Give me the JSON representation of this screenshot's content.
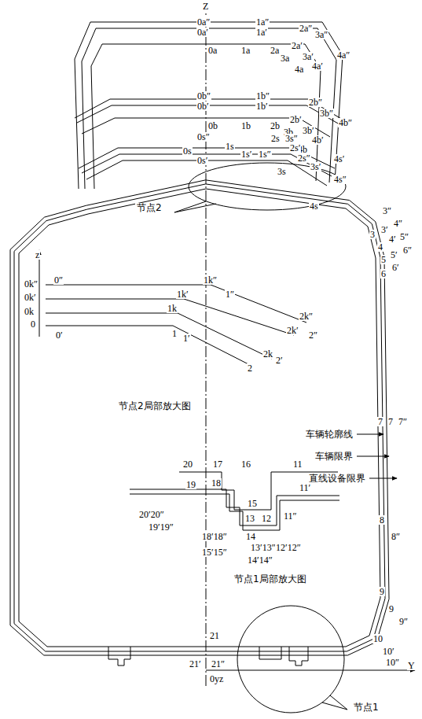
{
  "diagram": {
    "nodes": [
      {
        "text": [
          "节点2"
        ]
      },
      {
        "text": [
          "节点1"
        ]
      }
    ],
    "labels": [
      "Z",
      "0a″",
      "0a′",
      "1a″",
      "1a′",
      "2a″",
      "3a″",
      "0a",
      "1a",
      "2a",
      "2a′",
      "3a",
      "3a′",
      "4a",
      "4a′",
      "4a″",
      "0b″",
      "0b′",
      "1b″",
      "1b′",
      "2b″",
      "3b″",
      "0b",
      "1b",
      "2b",
      "2b′",
      "3b",
      "3b′",
      "4b′",
      "4b",
      "4b″",
      "0s″",
      "0s′",
      "0s",
      "1s",
      "1s′",
      "1s″",
      "2s",
      "3s″",
      "2s′",
      "2s″",
      "3s′",
      "3s",
      "4s′",
      "4s″",
      "4s",
      "3″",
      "4″",
      "5″",
      "6″",
      "3",
      "3′",
      "4′",
      "4",
      "5′",
      "5",
      "6′",
      "6",
      "7",
      "7",
      "7″",
      "8",
      "8″",
      "9",
      "9",
      "9″",
      "10",
      "10′",
      "10″",
      "21",
      "21′",
      "21″",
      "0yz",
      "Y",
      "z",
      "0k″",
      "0k′",
      "0k",
      "0",
      "0″",
      "0′",
      "1k″",
      "1k′",
      "1k",
      "1″",
      "1′",
      "1",
      "2k″",
      "2k′",
      "2k",
      "2″",
      "2′",
      "2",
      "节点2局部放大图",
      "车辆轮廓线",
      "车辆限界",
      "直线设备限界",
      "20",
      "19",
      "20′20″",
      "19′19″",
      "17",
      "16",
      "11",
      "18",
      "18′18″",
      "15",
      "13",
      "12",
      "14",
      "13′13″",
      "12′12″",
      "11′",
      "11″",
      "15′15″",
      "14′14″",
      "节点1局部放大图"
    ]
  }
}
